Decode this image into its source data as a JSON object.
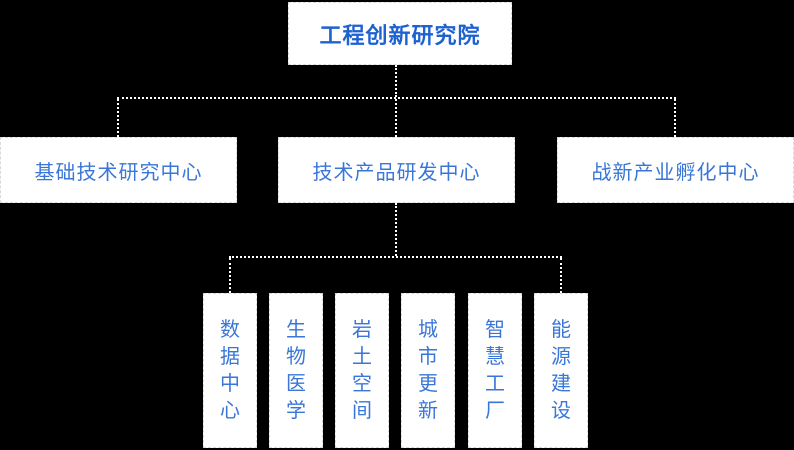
{
  "org": {
    "root": {
      "label": "工程创新研究院"
    },
    "level2": [
      {
        "label": "基础技术研究中心"
      },
      {
        "label": "技术产品研发中心"
      },
      {
        "label": "战新产业孵化中心"
      }
    ],
    "level3": [
      {
        "label": "数据中心"
      },
      {
        "label": "生物医学"
      },
      {
        "label": "岩土空间"
      },
      {
        "label": "城市更新"
      },
      {
        "label": "智慧工厂"
      },
      {
        "label": "能源建设"
      }
    ]
  },
  "colors": {
    "background": "#000000",
    "box_fill": "#ffffff",
    "box_border": "#d6d9de",
    "title_text": "#1e62d2",
    "node_text": "#3a76d8",
    "connector": "#ffffff"
  }
}
